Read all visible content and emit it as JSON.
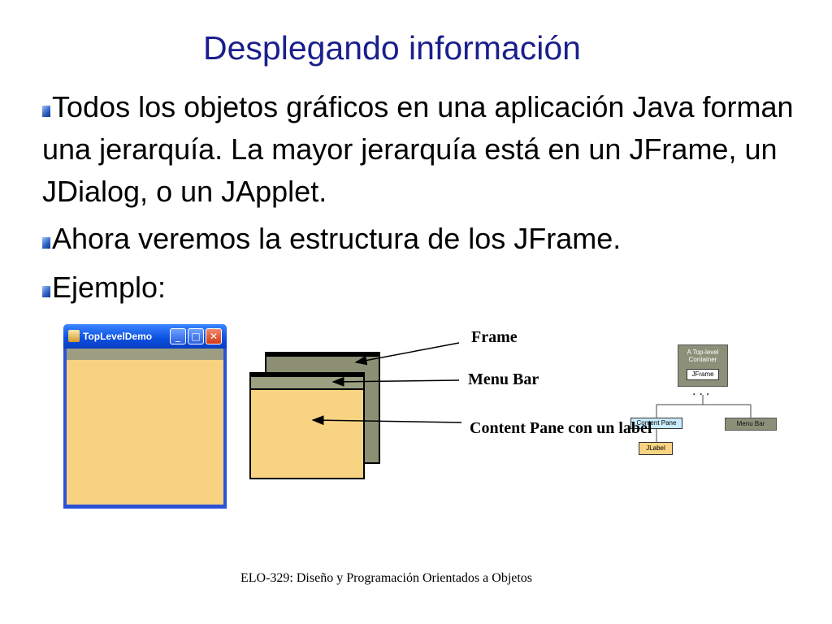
{
  "title": "Desplegando información",
  "bullets": [
    "Todos los objetos gráficos en una aplicación Java forman una jerarquía. La mayor jerarquía está en un JFrame, un JDialog, o un JApplet.",
    "Ahora veremos la estructura de los JFrame.",
    "Ejemplo:"
  ],
  "window": {
    "title": "TopLevelDemo",
    "buttons": {
      "minimize": "_",
      "maximize": "□",
      "close": "✕"
    },
    "colors": {
      "titlebar": "#0b4ee0",
      "menubar": "#9c9d81",
      "content": "#f9d281"
    }
  },
  "diagram": {
    "labels": {
      "frame": "Frame",
      "menubar": "Menu Bar",
      "content": "Content Pane con un label"
    }
  },
  "tree": {
    "top_title": "A Top-level Container",
    "top_child": "JFrame",
    "dots": "...",
    "content_pane": "Content Pane",
    "menu_bar": "Menu Bar",
    "label": "JLabel"
  },
  "footer": "ELO-329: Diseño y Programación Orientados a Objetos"
}
